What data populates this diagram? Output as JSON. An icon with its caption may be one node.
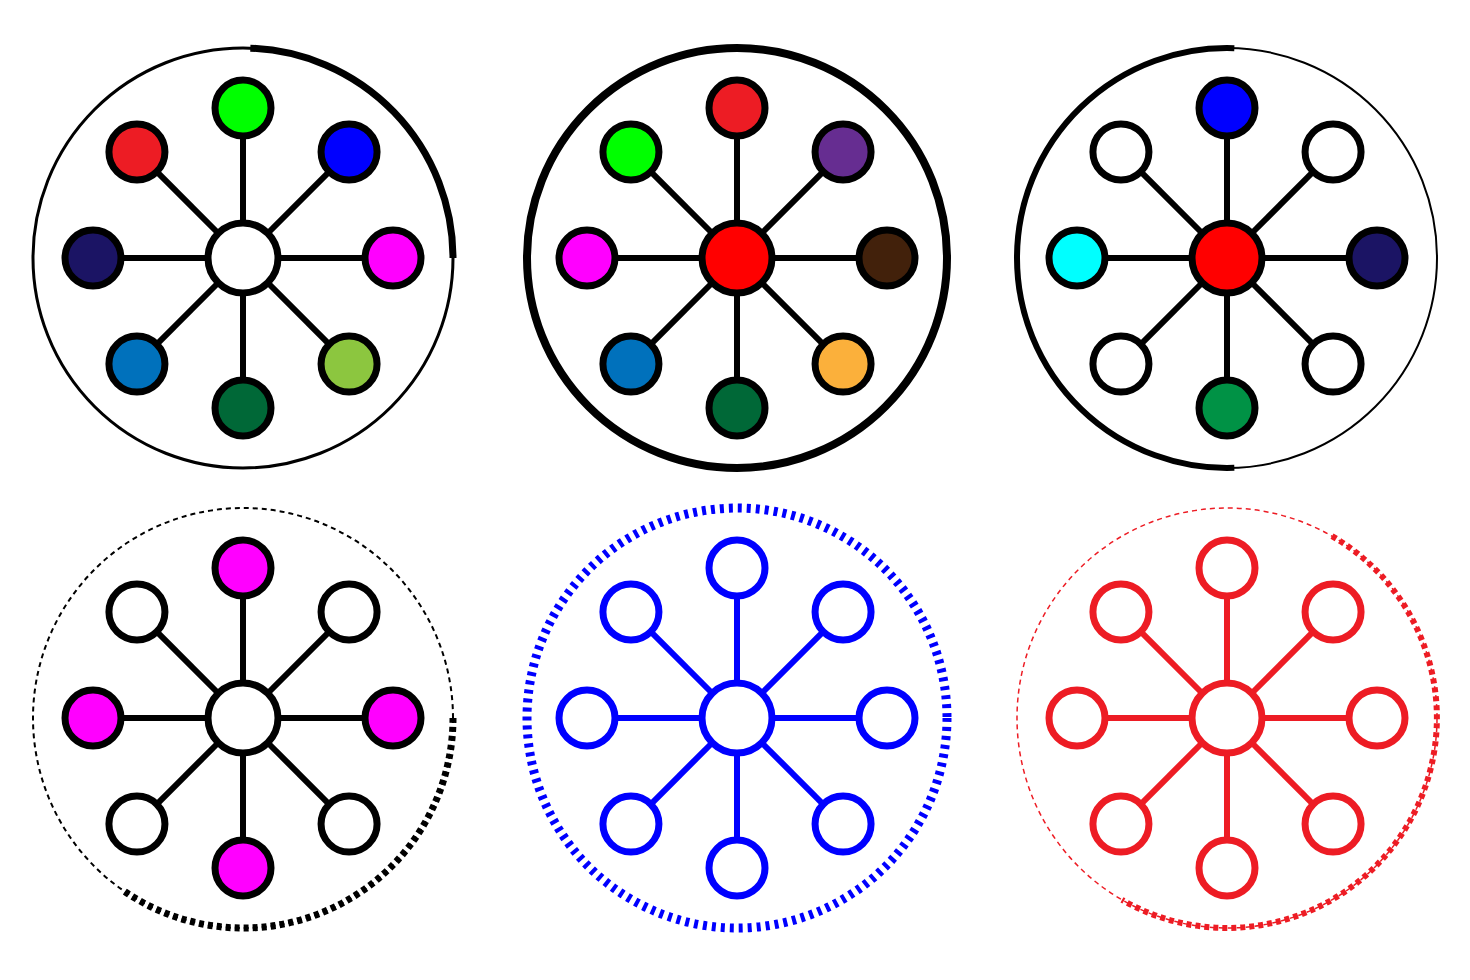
{
  "diagram": {
    "nodes": [
      {
        "text": [],
        "shape": "circle"
      },
      {
        "text": [],
        "shape": "circle",
        "in": 0
      },
      {
        "text": [],
        "shape": "circle",
        "in": 0
      },
      {
        "text": [],
        "shape": "circle",
        "in": 0
      },
      {
        "text": [],
        "shape": "circle",
        "in": 0
      },
      {
        "text": [],
        "shape": "circle",
        "in": 0
      },
      {
        "text": [],
        "shape": "circle",
        "in": 0
      },
      {
        "text": [],
        "shape": "circle",
        "in": 0
      },
      {
        "text": [],
        "shape": "circle",
        "in": 0
      },
      {
        "text": [],
        "shape": "circle",
        "in": 0
      },
      {
        "text": [],
        "shape": "circle"
      },
      {
        "text": [],
        "shape": "circle",
        "in": 10
      },
      {
        "text": [],
        "shape": "circle",
        "in": 10
      },
      {
        "text": [],
        "shape": "circle",
        "in": 10
      },
      {
        "text": [],
        "shape": "circle",
        "in": 10
      },
      {
        "text": [],
        "shape": "circle",
        "in": 10
      },
      {
        "text": [],
        "shape": "circle",
        "in": 10
      },
      {
        "text": [],
        "shape": "circle",
        "in": 10
      },
      {
        "text": [],
        "shape": "circle",
        "in": 10
      },
      {
        "text": [],
        "shape": "circle",
        "in": 10
      },
      {
        "text": [],
        "shape": "circle"
      },
      {
        "text": [],
        "shape": "circle",
        "in": 20
      },
      {
        "text": [],
        "shape": "circle",
        "in": 20
      },
      {
        "text": [],
        "shape": "circle",
        "in": 20
      },
      {
        "text": [],
        "shape": "circle",
        "in": 20
      },
      {
        "text": [],
        "shape": "circle",
        "in": 20
      },
      {
        "text": [],
        "shape": "circle",
        "in": 20
      },
      {
        "text": [],
        "shape": "circle",
        "in": 20
      },
      {
        "text": [],
        "shape": "circle",
        "in": 20
      },
      {
        "text": [],
        "shape": "circle",
        "in": 20
      },
      {
        "text": [],
        "shape": "circle"
      },
      {
        "text": [],
        "shape": "circle",
        "in": 30
      },
      {
        "text": [],
        "shape": "circle",
        "in": 30
      },
      {
        "text": [],
        "shape": "circle",
        "in": 30
      },
      {
        "text": [],
        "shape": "circle",
        "in": 30
      },
      {
        "text": [],
        "shape": "circle",
        "in": 30
      },
      {
        "text": [],
        "shape": "circle",
        "in": 30
      },
      {
        "text": [],
        "shape": "circle",
        "in": 30
      },
      {
        "text": [],
        "shape": "circle",
        "in": 30
      },
      {
        "text": [],
        "shape": "circle",
        "in": 30
      },
      {
        "text": [],
        "shape": "circle"
      },
      {
        "text": [],
        "shape": "circle",
        "in": 40
      },
      {
        "text": [],
        "shape": "circle",
        "in": 40
      },
      {
        "text": [],
        "shape": "circle",
        "in": 40
      },
      {
        "text": [],
        "shape": "circle",
        "in": 40
      },
      {
        "text": [],
        "shape": "circle",
        "in": 40
      },
      {
        "text": [],
        "shape": "circle",
        "in": 40
      },
      {
        "text": [],
        "shape": "circle",
        "in": 40
      },
      {
        "text": [],
        "shape": "circle",
        "in": 40
      },
      {
        "text": [],
        "shape": "circle",
        "in": 40
      },
      {
        "text": [],
        "shape": "circle"
      },
      {
        "text": [],
        "shape": "circle",
        "in": 50
      },
      {
        "text": [],
        "shape": "circle",
        "in": 50
      },
      {
        "text": [],
        "shape": "circle",
        "in": 50
      },
      {
        "text": [],
        "shape": "circle",
        "in": 50
      },
      {
        "text": [],
        "shape": "circle",
        "in": 50
      },
      {
        "text": [],
        "shape": "circle",
        "in": 50
      },
      {
        "text": [],
        "shape": "circle",
        "in": 50
      },
      {
        "text": [],
        "shape": "circle",
        "in": 50
      },
      {
        "text": [],
        "shape": "circle",
        "in": 50
      }
    ],
    "edges": [
      {
        "from": 1,
        "to": 2,
        "arrow": "none"
      },
      {
        "from": 1,
        "to": 3,
        "arrow": "none"
      },
      {
        "from": 1,
        "to": 4,
        "arrow": "none"
      },
      {
        "from": 1,
        "to": 5,
        "arrow": "none"
      },
      {
        "from": 1,
        "to": 6,
        "arrow": "none"
      },
      {
        "from": 1,
        "to": 7,
        "arrow": "none"
      },
      {
        "from": 1,
        "to": 8,
        "arrow": "none"
      },
      {
        "from": 1,
        "to": 9,
        "arrow": "none"
      },
      {
        "from": 11,
        "to": 12,
        "arrow": "none"
      },
      {
        "from": 11,
        "to": 13,
        "arrow": "none"
      },
      {
        "from": 11,
        "to": 14,
        "arrow": "none"
      },
      {
        "from": 11,
        "to": 15,
        "arrow": "none"
      },
      {
        "from": 11,
        "to": 16,
        "arrow": "none"
      },
      {
        "from": 11,
        "to": 17,
        "arrow": "none"
      },
      {
        "from": 11,
        "to": 18,
        "arrow": "none"
      },
      {
        "from": 11,
        "to": 19,
        "arrow": "none"
      },
      {
        "from": 21,
        "to": 22,
        "arrow": "none"
      },
      {
        "from": 21,
        "to": 23,
        "arrow": "none"
      },
      {
        "from": 21,
        "to": 24,
        "arrow": "none"
      },
      {
        "from": 21,
        "to": 25,
        "arrow": "none"
      },
      {
        "from": 21,
        "to": 26,
        "arrow": "none"
      },
      {
        "from": 21,
        "to": 27,
        "arrow": "none"
      },
      {
        "from": 21,
        "to": 28,
        "arrow": "none"
      },
      {
        "from": 21,
        "to": 29,
        "arrow": "none"
      },
      {
        "from": 31,
        "to": 32,
        "arrow": "none"
      },
      {
        "from": 31,
        "to": 33,
        "arrow": "none"
      },
      {
        "from": 31,
        "to": 34,
        "arrow": "none"
      },
      {
        "from": 31,
        "to": 35,
        "arrow": "none"
      },
      {
        "from": 31,
        "to": 36,
        "arrow": "none"
      },
      {
        "from": 31,
        "to": 37,
        "arrow": "none"
      },
      {
        "from": 31,
        "to": 38,
        "arrow": "none"
      },
      {
        "from": 31,
        "to": 39,
        "arrow": "none"
      },
      {
        "from": 41,
        "to": 42,
        "arrow": "none",
        "color": "#0000ff"
      },
      {
        "from": 41,
        "to": 43,
        "arrow": "none",
        "color": "#0000ff"
      },
      {
        "from": 41,
        "to": 44,
        "arrow": "none",
        "color": "#0000ff"
      },
      {
        "from": 41,
        "to": 45,
        "arrow": "none",
        "color": "#0000ff"
      },
      {
        "from": 41,
        "to": 46,
        "arrow": "none",
        "color": "#0000ff"
      },
      {
        "from": 41,
        "to": 47,
        "arrow": "none",
        "color": "#0000ff"
      },
      {
        "from": 41,
        "to": 48,
        "arrow": "none",
        "color": "#0000ff"
      },
      {
        "from": 41,
        "to": 49,
        "arrow": "none",
        "color": "#0000ff"
      },
      {
        "from": 51,
        "to": 52,
        "arrow": "none",
        "color": "#ed1c24"
      },
      {
        "from": 51,
        "to": 53,
        "arrow": "none",
        "color": "#ed1c24"
      },
      {
        "from": 51,
        "to": 54,
        "arrow": "none",
        "color": "#ed1c24"
      },
      {
        "from": 51,
        "to": 55,
        "arrow": "none",
        "color": "#ed1c24"
      },
      {
        "from": 51,
        "to": 56,
        "arrow": "none",
        "color": "#ed1c24"
      },
      {
        "from": 51,
        "to": 57,
        "arrow": "none",
        "color": "#ed1c24"
      },
      {
        "from": 51,
        "to": 58,
        "arrow": "none",
        "color": "#ed1c24"
      },
      {
        "from": 51,
        "to": 59,
        "arrow": "none",
        "color": "#ed1c24"
      }
    ]
  }
}
